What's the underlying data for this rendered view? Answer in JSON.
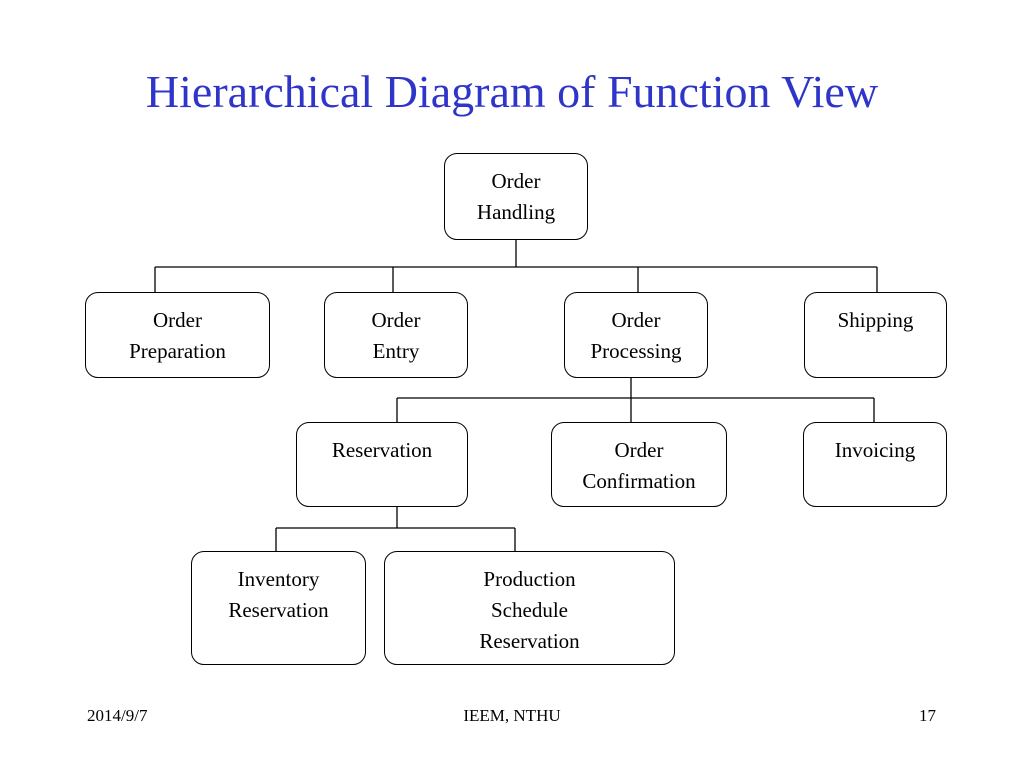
{
  "title": "Hierarchical Diagram of Function View",
  "nodes": {
    "order_handling": [
      "Order",
      "Handling"
    ],
    "order_preparation": [
      "Order",
      "Preparation"
    ],
    "order_entry": [
      "Order",
      "Entry"
    ],
    "order_processing": [
      "Order",
      "Processing"
    ],
    "shipping": [
      "Shipping"
    ],
    "reservation": [
      "Reservation"
    ],
    "order_confirmation": [
      "Order",
      "Confirmation"
    ],
    "invoicing": [
      "Invoicing"
    ],
    "inventory_reservation": [
      "Inventory",
      "Reservation"
    ],
    "production_schedule_reservation": [
      "Production",
      "Schedule",
      "Reservation"
    ]
  },
  "footer": {
    "date": "2014/9/7",
    "org": "IEEM, NTHU",
    "page": "17"
  },
  "colors": {
    "title": "#2f35c8",
    "line": "#000000"
  }
}
